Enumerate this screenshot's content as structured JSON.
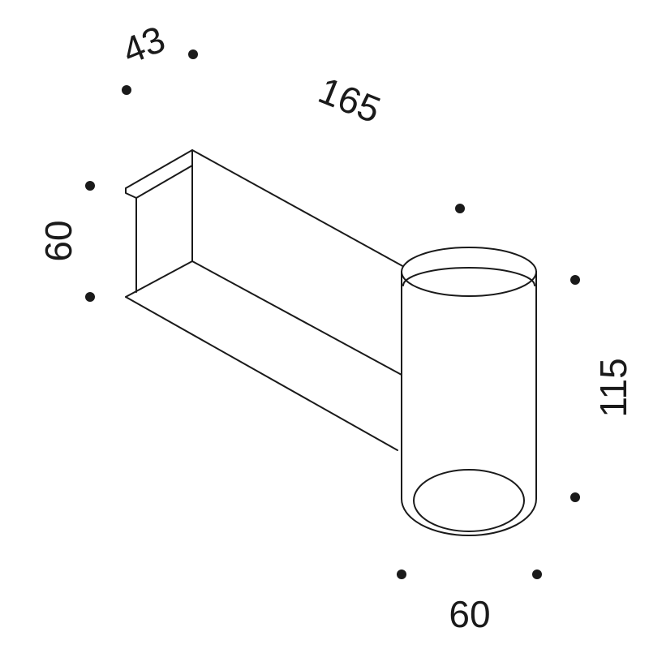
{
  "dimensions": {
    "depth": "43",
    "length": "165",
    "height_mount": "60",
    "height_cylinder": "115",
    "diameter": "60"
  },
  "colors": {
    "line": "#1a1a1a",
    "background": "#ffffff"
  }
}
